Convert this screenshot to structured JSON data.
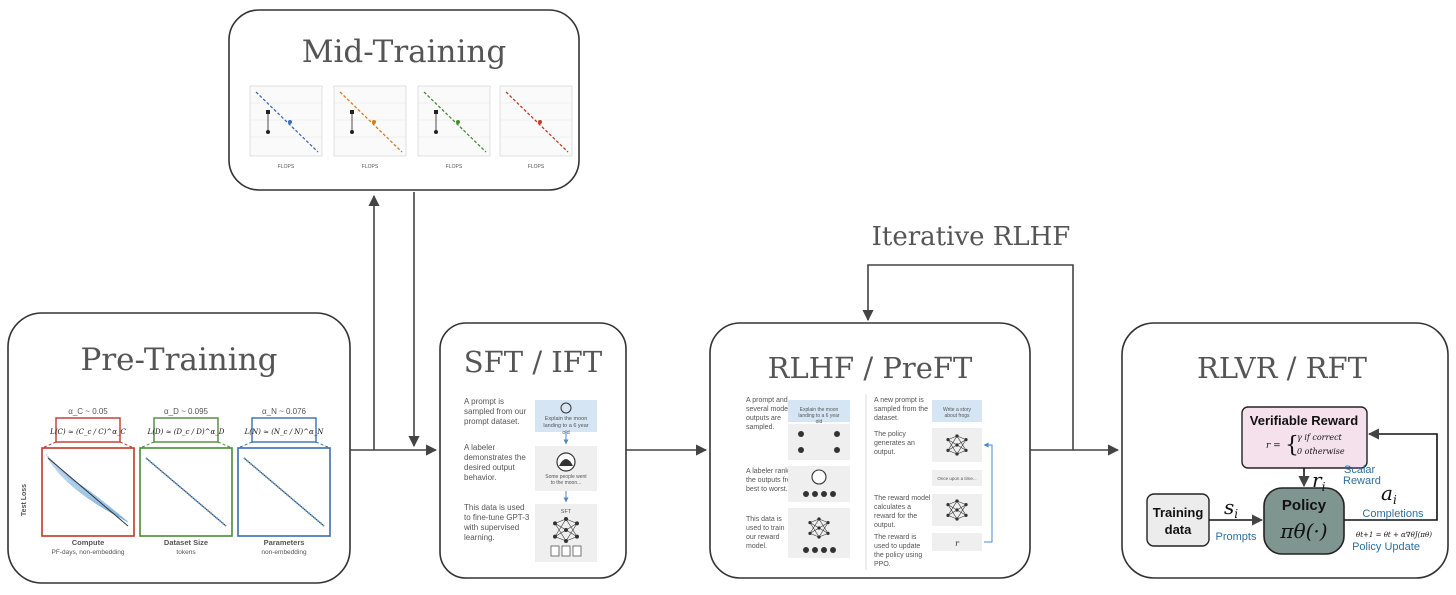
{
  "stages": {
    "mid": "Mid-Training",
    "pre": "Pre-Training",
    "sft": "SFT / IFT",
    "rlhf": "RLHF / PreFT",
    "rlvr": "RLVR / RFT"
  },
  "loop_label": "Iterative RLHF",
  "pretraining": {
    "exponents": [
      "α_C ~ 0.05",
      "α_D ~ 0.095",
      "α_N ~ 0.076"
    ],
    "formulas": [
      "L(C) ≈ (C_c / C)^α_C",
      "L(D) ≈ (D_c / D)^α_D",
      "L(N) ≈ (N_c / N)^α_N"
    ],
    "panel_labels": [
      "Compute",
      "Dataset Size",
      "Parameters"
    ],
    "panel_sublabels": [
      "PF-days, non-embedding",
      "tokens",
      "non-embedding"
    ],
    "ylabel": "Test Loss"
  },
  "midtraining": {
    "xlabel": "FLOPS"
  },
  "sft": {
    "steps": [
      "A prompt is sampled from our prompt dataset.",
      "A labeler demonstrates the desired output behavior.",
      "This data is used to fine-tune GPT-3 with supervised learning."
    ],
    "prompt_card": "Explain the moon landing to a 6 year old",
    "answer_card": "Some people went to the moon...",
    "model_label": "SFT"
  },
  "rlhf": {
    "left_steps": [
      "A prompt and several model outputs are sampled.",
      "A labeler ranks the outputs from best to worst.",
      "This data is used to train our reward model."
    ],
    "right_steps": [
      "A new prompt is sampled from the dataset.",
      "The policy generates an output.",
      "The reward model calculates a reward for the output.",
      "The reward is used to update the policy using PPO."
    ],
    "left_prompt": "Explain the moon landing to a 6 year old",
    "right_prompt": "Write a story about frogs",
    "output_text": "Once upon a time..."
  },
  "rlvr": {
    "reward_title": "Verifiable Reward",
    "reward_cases": [
      "γ   if correct",
      "0   otherwise"
    ],
    "reward_lhs": "r =",
    "training_data": [
      "Training",
      "data"
    ],
    "policy_title": "Policy",
    "policy_symbol": "πθ(·)",
    "s_symbol": "s",
    "s_sub": "i",
    "prompts_label": "Prompts",
    "r_symbol": "r",
    "r_sub": "i",
    "scalar_reward": [
      "Scalar",
      "Reward"
    ],
    "a_symbol": "a",
    "a_sub": "i",
    "completions_label": "Completions",
    "update_formula": "θt+1 = θt + α∇θJ(πθ)",
    "policy_update_label": "Policy Update"
  },
  "colors": {
    "border": "#333333",
    "arrow": "#444444",
    "accent_red": "#c0392b",
    "accent_green": "#4a8a35",
    "accent_blue": "#3b6db3",
    "reward_fill": "#f4e1ec",
    "policy_fill": "#7f9590",
    "label_blue": "#2f6f9f"
  }
}
